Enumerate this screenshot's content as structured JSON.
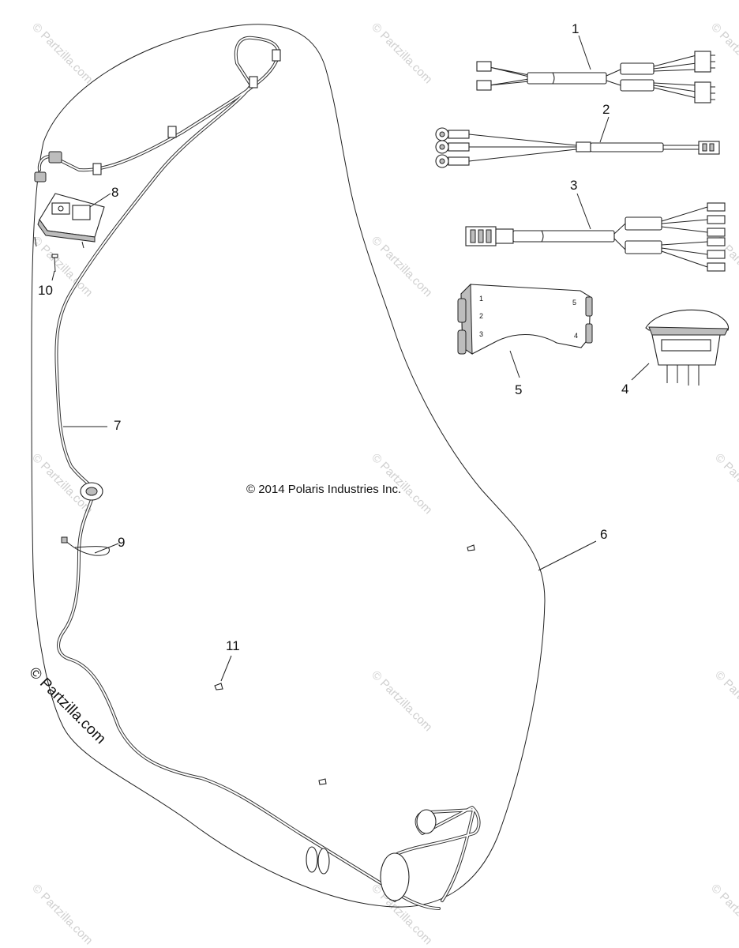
{
  "copyright": "© 2014 Polaris Industries Inc.",
  "watermark": "© Partzilla.com",
  "callouts": [
    "1",
    "2",
    "3",
    "4",
    "5",
    "6",
    "7",
    "8",
    "9",
    "10",
    "11"
  ],
  "module_labels": [
    "1",
    "2",
    "3",
    "5",
    "4"
  ]
}
